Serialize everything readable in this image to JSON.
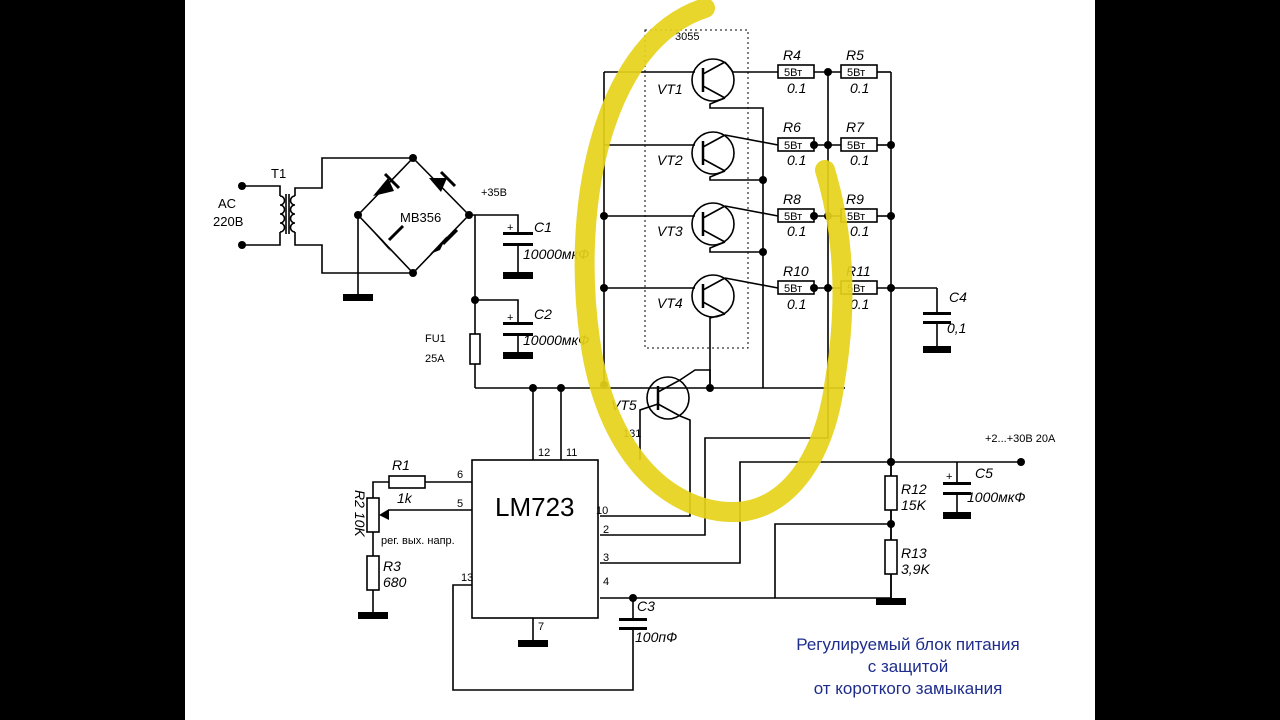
{
  "caption": {
    "line1": "Регулируемый блок питания",
    "line2": "с защитой",
    "line3": "от короткого замыкания"
  },
  "labels": {
    "ac": "AC",
    "ac_voltage": "220В",
    "t1": "T1",
    "bridge": "MB356",
    "plus35": "+35В",
    "c1": "C1",
    "c1_val": "10000мкФ",
    "c2": "C2",
    "c2_val": "10000мкФ",
    "fu1": "FU1",
    "fu1_val": "25A",
    "transistor_type": "3055",
    "vt1": "VT1",
    "vt2": "VT2",
    "vt3": "VT3",
    "vt4": "VT4",
    "vt5": "VT5",
    "vt5_type": "131",
    "r4": "R4",
    "r5": "R5",
    "r6": "R6",
    "r7": "R7",
    "r8": "R8",
    "r9": "R9",
    "r10": "R10",
    "r11": "R11",
    "res_power": "5Вт",
    "res_value": "0.1",
    "c4": "C4",
    "c4_val": "0,1",
    "output": "+2...+30В 20A",
    "c5": "C5",
    "c5_val": "1000мкФ",
    "r12": "R12",
    "r12_val": "15K",
    "r13": "R13",
    "r13_val": "3,9K",
    "chip": "LM723",
    "r1": "R1",
    "r1_val": "1k",
    "r2": "R2 10K",
    "r2_note": "рег. вых. напр.",
    "r3": "R3",
    "r3_val": "680",
    "c3": "C3",
    "c3_val": "100пФ",
    "pin12": "12",
    "pin11": "11",
    "pin6": "6",
    "pin5": "5",
    "pin10": "10",
    "pin2": "2",
    "pin3": "3",
    "pin4": "4",
    "pin13": "13",
    "pin7": "7",
    "plus": "+"
  },
  "colors": {
    "highlight": "#e6d21a",
    "caption": "#1e2d8c",
    "background": "#ffffff",
    "letterbox": "#000000"
  }
}
